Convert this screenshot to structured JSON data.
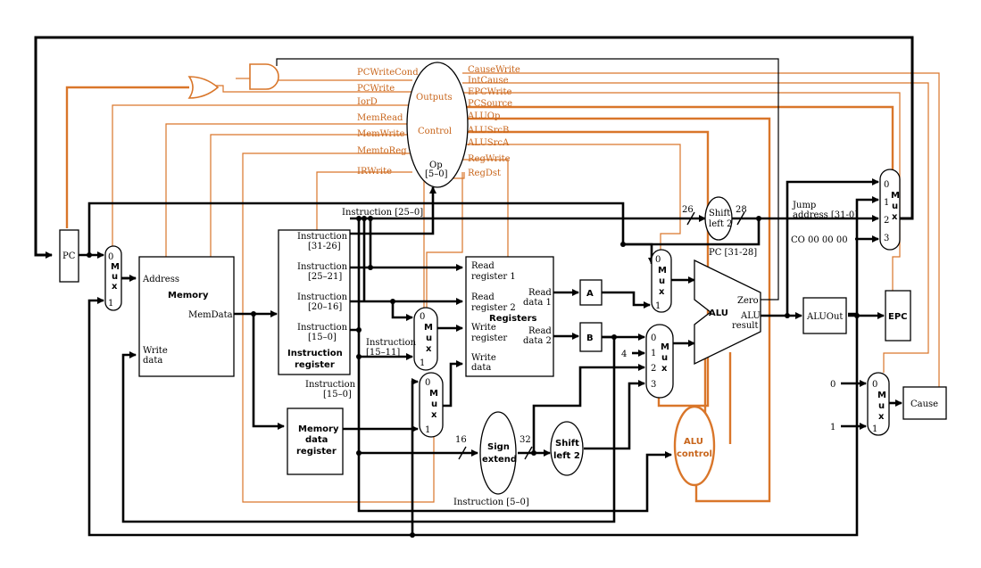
{
  "colors": {
    "datapath": "#000000",
    "control": "#d9762a",
    "control_text": "#c8651b"
  },
  "units": {
    "pc": "PC",
    "mux": "M\nu\nx",
    "memory": {
      "title": "Memory",
      "address": "Address",
      "memdata": "MemData",
      "write": "Write",
      "data": "data"
    },
    "ir": {
      "title1": "Instruction",
      "title2": "register",
      "f3126a": "Instruction",
      "f3126b": "[31-26]",
      "f2521a": "Instruction",
      "f2521b": "[25–21]",
      "f2016a": "Instruction",
      "f2016b": "[20–16]",
      "f150a": "Instruction",
      "f150b": "[15–0]"
    },
    "mdr": {
      "l1": "Memory",
      "l2": "data",
      "l3": "register"
    },
    "registers": {
      "title": "Registers",
      "rr1a": "Read",
      "rr1b": "register 1",
      "rr2a": "Read",
      "rr2b": "register 2",
      "wra": "Write",
      "wrb": "register",
      "wda": "Write",
      "wdb": "data",
      "rd1a": "Read",
      "rd1b": "data 1",
      "rd2a": "Read",
      "rd2b": "data 2"
    },
    "a": "A",
    "b": "B",
    "alu": {
      "title": "ALU",
      "zero": "Zero",
      "result1": "ALU",
      "result2": "result"
    },
    "aluout": "ALUOut",
    "epc": "EPC",
    "cause": "Cause",
    "sign": {
      "l1": "Sign",
      "l2": "extend"
    },
    "shift": {
      "l1": "Shift",
      "l2": "left 2"
    },
    "shift_top": {
      "l1": "Shift",
      "l2": "left 2"
    },
    "alu_control": {
      "l1": "ALU",
      "l2": "control"
    },
    "control": {
      "outputs": "Outputs",
      "title": "Control",
      "op1": "Op",
      "op2": "[5–0]"
    }
  },
  "control_signals_left": [
    "PCWriteCond",
    "PCWrite",
    "IorD",
    "MemRead",
    "MemWrite",
    "MemtoReg",
    "IRWrite"
  ],
  "control_signals_right": [
    "CauseWrite",
    "IntCause",
    "EPCWrite",
    "PCSource",
    "ALUOp",
    "ALUSrcB",
    "ALUSrcA",
    "RegWrite",
    "RegDst"
  ],
  "wire_labels": {
    "instr_25_0": "Instruction [25–0]",
    "instr_15_11a": "Instruction",
    "instr_15_11b": "[15–11]",
    "instr_15_0a": "Instruction",
    "instr_15_0b": "[15–0]",
    "instr_5_0": "Instruction [5–0]",
    "pc_31_28": "PC [31-28]",
    "jump1": "Jump",
    "jump2": "address [31-0]",
    "co": "CO 00 00 00",
    "w26": "26",
    "w28": "28",
    "w16": "16",
    "w32": "32",
    "four": "4",
    "zero_in": "0",
    "one_in": "1"
  },
  "mux_inputs": {
    "m0": "0",
    "m1": "1",
    "m2": "2",
    "m3": "3"
  }
}
